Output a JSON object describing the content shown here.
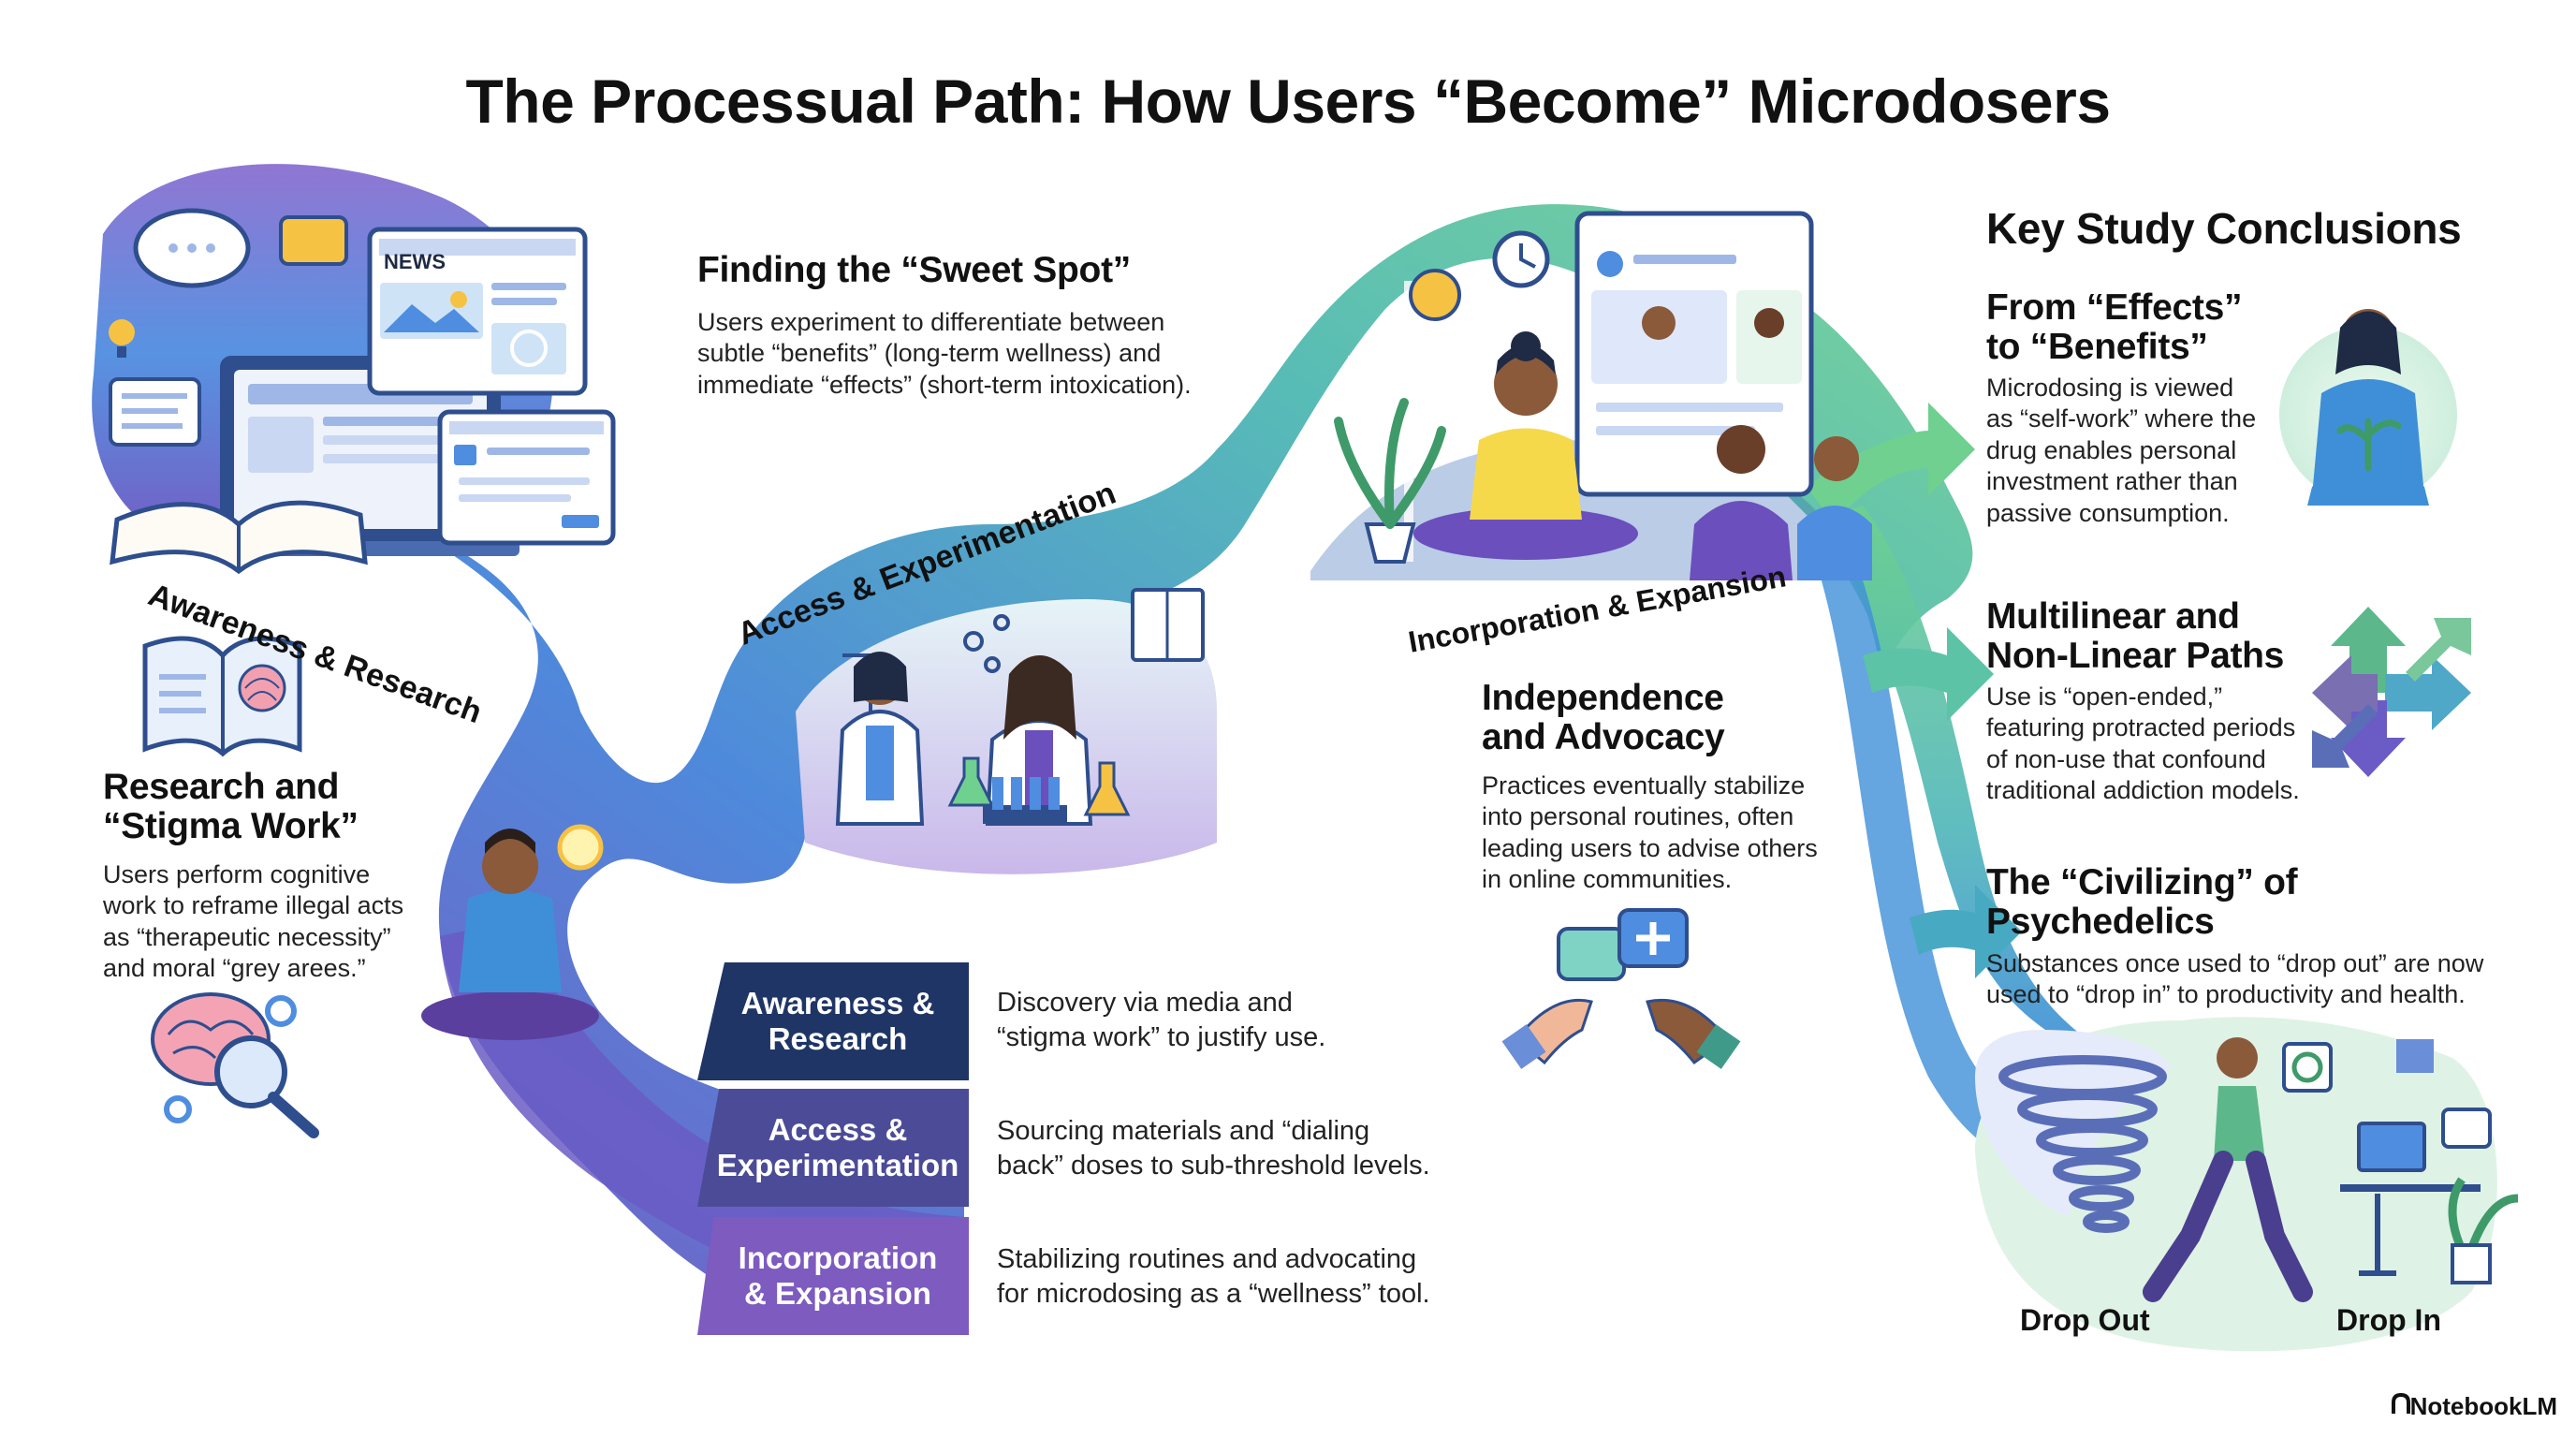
{
  "title": "The Processual Path: How Users “Become” Microdosers",
  "path_labels": {
    "awareness": "Awareness & Research",
    "access": "Access & Experimentation",
    "incorporation": "Incorporation & Expansion"
  },
  "icons": {
    "news_badge": "NEWS"
  },
  "research": {
    "heading": "Research and\n“Stigma Work”",
    "body": "Users perform cognitive\nwork to reframe illegal acts\nas “therapeutic necessity”\nand moral “grey arees.”"
  },
  "sweet_spot": {
    "heading": "Finding the “Sweet Spot”",
    "body": "Users experiment to differentiate between\nsubtle “benefits” (long-term wellness) and\nimmediate “effects” (short-term intoxication)."
  },
  "independence": {
    "heading": "Independence\nand Advocacy",
    "body": "Practices eventually stabilize\ninto personal routines, often\nleading users to advise others\nin online communities."
  },
  "stages": [
    {
      "label": "Awareness &\nResearch",
      "desc": "Discovery via media and\n“stigma work” to justify use.",
      "color": "#1f3566"
    },
    {
      "label": "Access &\nExperimentation",
      "desc": "Sourcing materials and “dialing\nback” doses to sub-threshold levels.",
      "color": "#4b4b98"
    },
    {
      "label": "Incorporation\n& Expansion",
      "desc": "Stabilizing routines and advocating\nfor microdosing as a “wellness” tool.",
      "color": "#7d5bbf"
    }
  ],
  "conclusions": {
    "heading": "Key Study Conclusions",
    "items": [
      {
        "heading": "From “Effects”\nto “Benefits”",
        "body": "Microdosing is viewed\nas “self-work” where the\ndrug enables personal\ninvestment rather than\npassive consumption."
      },
      {
        "heading": "Multilinear and\nNon-Linear Paths",
        "body": "Use is “open-ended,”\nfeaturing protracted periods\nof non-use that confound\ntraditional addiction models."
      },
      {
        "heading": "The “Civilizing” of\nPsychedelics",
        "body": "Substances once used to “drop out” are now\nused to “drop in” to productivity and health."
      }
    ]
  },
  "drop": {
    "out": "Drop Out",
    "in": "Drop In"
  },
  "brand": "NotebookLM",
  "colors": {
    "path_blue": "#3f7fd8",
    "path_purple": "#7a5cc4",
    "path_green": "#5cc08e",
    "tab_navy": "#1f3566",
    "tab_indigo": "#4b4b98",
    "tab_violet": "#7d5bbf"
  }
}
